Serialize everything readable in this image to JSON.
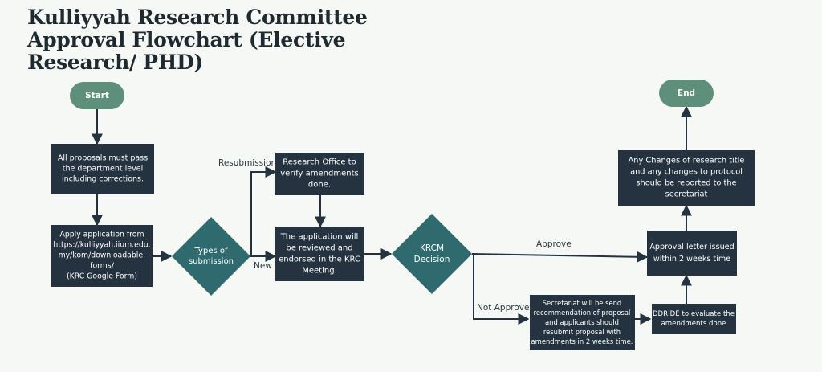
{
  "title": "Kulliyyah Research Committee Approval  Flowchart (Elective Research/ PHD)",
  "colors": {
    "box": "#24333f",
    "teal": "#2f6b6e",
    "pill": "#5e8f7b",
    "line": "#24333f"
  },
  "nodes": {
    "start": [
      "Start"
    ],
    "end": [
      "End"
    ],
    "pass": [
      "All proposals must pass",
      "the department level",
      "including corrections."
    ],
    "apply": [
      "Apply application from",
      "https://kulliyyah.iium.edu.",
      "my/kom/downloadable-",
      "forms/",
      "(KRC Google Form)"
    ],
    "types": [
      "Types of",
      "submission"
    ],
    "verify": [
      "Research Office to",
      "verify amendments",
      "done."
    ],
    "review": [
      "The application will",
      "be reviewed and",
      "endorsed in the KRC",
      "Meeting."
    ],
    "decision": [
      "KRCM",
      "Decision"
    ],
    "changes": [
      "Any Changes of research title",
      "and any changes to protocol",
      "should be reported to the",
      "secretariat"
    ],
    "letter": [
      "Approval letter issued",
      "within 2 weeks time"
    ],
    "secretariat": [
      "Secretariat will be send",
      "recommendation of proposal",
      "and applicants should",
      "resubmit proposal with",
      "amendments in 2 weeks time."
    ],
    "ddride": [
      "DDRIDE to evaluate the",
      "amendments done"
    ]
  },
  "edge_labels": {
    "resubmission": "Resubmission",
    "new": "New",
    "approve": "Approve",
    "not_approve": "Not Approve"
  }
}
